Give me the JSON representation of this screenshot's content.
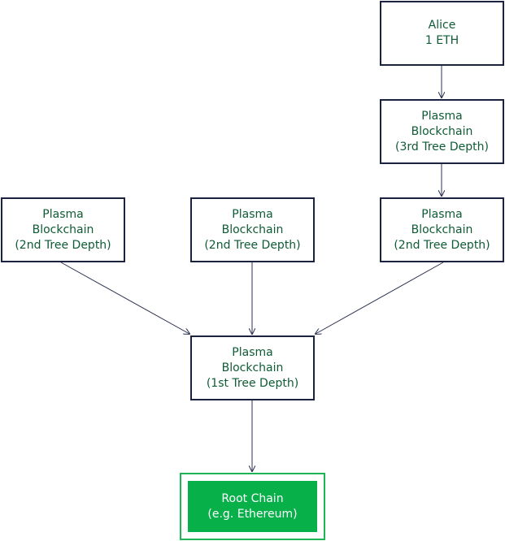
{
  "colors": {
    "node_border": "#1a2240",
    "node_text": "#0e5b35",
    "edge": "#2a3050",
    "root_fill": "#08b04a",
    "root_border": "#1fb554",
    "root_text": "#ffffff"
  },
  "nodes": {
    "alice": [
      "Alice",
      "1 ETH"
    ],
    "third": [
      "Plasma",
      "Blockchain",
      "(3rd Tree Depth)"
    ],
    "second_a": [
      "Plasma",
      "Blockchain",
      "(2nd Tree Depth)"
    ],
    "second_b": [
      "Plasma",
      "Blockchain",
      "(2nd Tree Depth)"
    ],
    "second_c": [
      "Plasma",
      "Blockchain",
      "(2nd Tree Depth)"
    ],
    "first": [
      "Plasma",
      "Blockchain",
      "(1st Tree Depth)"
    ],
    "root": [
      "Root Chain",
      "(e.g. Ethereum)"
    ]
  },
  "edges": [
    {
      "from": "alice",
      "to": "third"
    },
    {
      "from": "third",
      "to": "second_c"
    },
    {
      "from": "second_a",
      "to": "first"
    },
    {
      "from": "second_b",
      "to": "first"
    },
    {
      "from": "second_c",
      "to": "first"
    },
    {
      "from": "first",
      "to": "root"
    }
  ]
}
